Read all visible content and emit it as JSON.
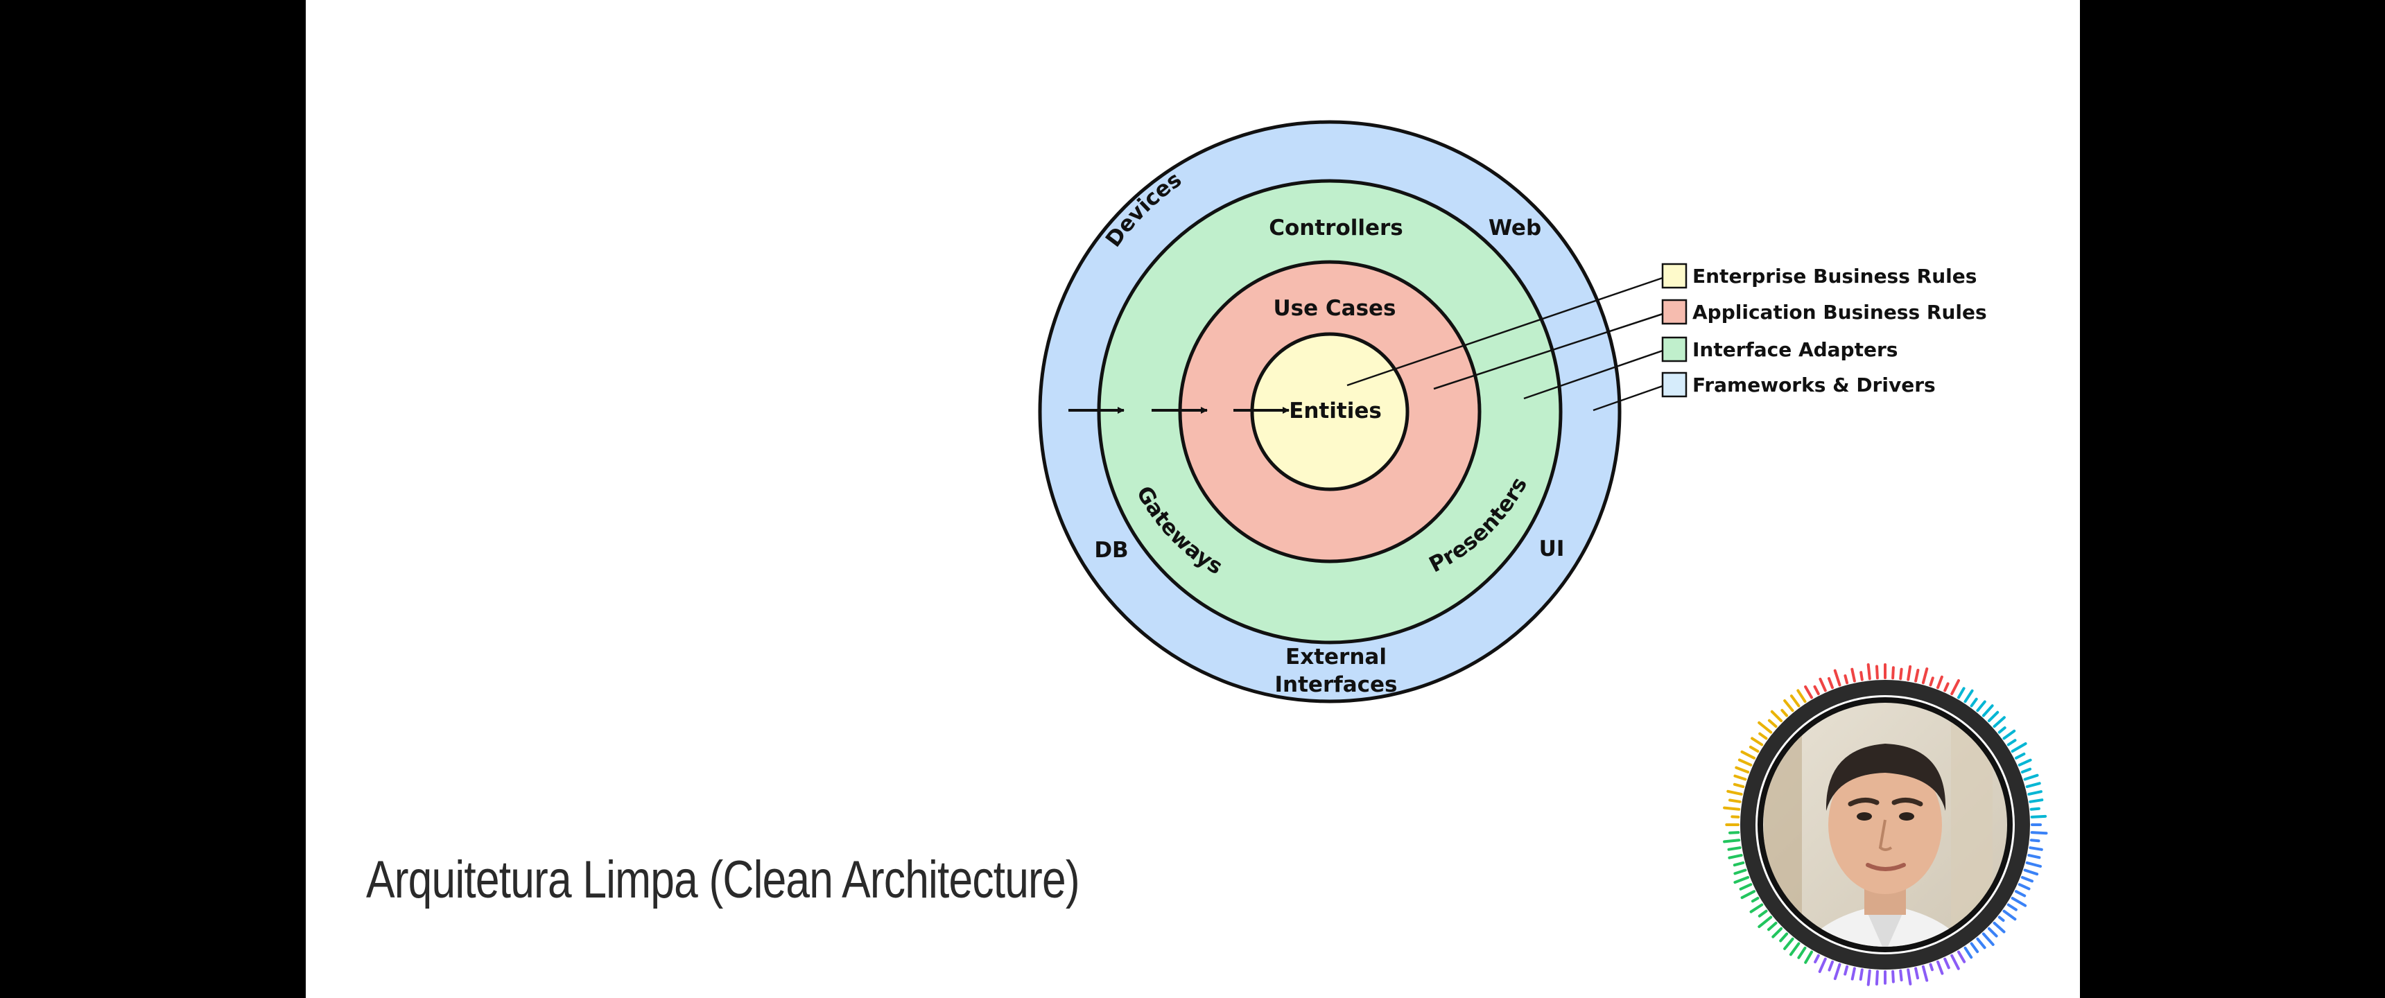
{
  "slide": {
    "title": "Arquitetura Limpa (Clean Architecture)"
  },
  "diagram": {
    "rings": {
      "frameworks_drivers": {
        "color": "#c2ddfb",
        "labels": {
          "devices": "Devices",
          "web": "Web",
          "db": "DB",
          "ui": "UI",
          "external_line1": "External",
          "external_line2": "Interfaces"
        }
      },
      "interface_adapters": {
        "color": "#c0efcc",
        "labels": {
          "controllers": "Controllers",
          "gateways": "Gateways",
          "presenters": "Presenters"
        }
      },
      "application_business_rules": {
        "color": "#f6bcaf",
        "labels": {
          "use_cases": "Use Cases"
        }
      },
      "enterprise_business_rules": {
        "color": "#fefacb",
        "labels": {
          "entities": "Entities"
        }
      }
    },
    "legend": [
      {
        "label": "Enterprise Business Rules",
        "color": "#fefacb"
      },
      {
        "label": "Application Business Rules",
        "color": "#f6bcaf"
      },
      {
        "label": "Interface Adapters",
        "color": "#c0efcc"
      },
      {
        "label": "Frameworks & Drivers",
        "color": "#d6ecfb"
      }
    ]
  },
  "presenter": {
    "icon": "presenter-avatar",
    "ring_colors": [
      "#3b82f6",
      "#8b5cf6",
      "#22c55e",
      "#eab308",
      "#ef4444",
      "#06b6d4"
    ]
  }
}
